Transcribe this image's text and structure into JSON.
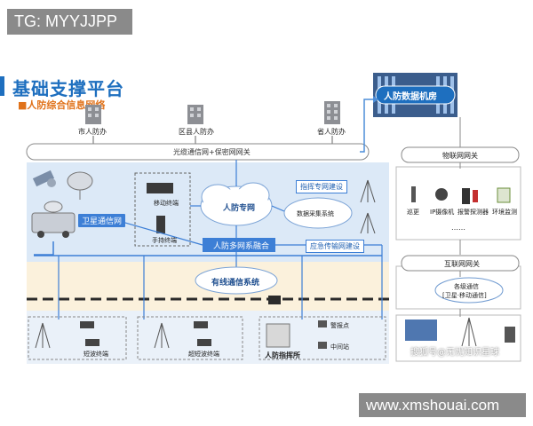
{
  "watermark_top": "TG: MYYJJPP",
  "watermark_bottom": "www.xmshouai.com",
  "watermark_caption": "搜狐号@无忧知识星球",
  "title": "基础支撑平台",
  "subtitle": "■人防综合信息网络",
  "nodes": {
    "city": "市人防办",
    "district": "区县人防办",
    "province": "省人防办",
    "datacenter": "人防数据机房",
    "bus": "光缆通信网+保密网网关",
    "iot_gateway": "物联网网关",
    "internet_gateway": "互联网网关",
    "satellite_net": "卫星通信网",
    "mobile_terminal": "移动终端",
    "handheld_terminal": "手持终端",
    "civil_net": "人防专网",
    "command_net_build": "指挥专网建设",
    "data_cloud": "数据采集系统",
    "fusion": "人防多网系融合",
    "emergency_net_build": "应急传输网建设",
    "wired_system": "有线通信系统",
    "shortwave": "短波终端",
    "ultrashort": "超短波终端",
    "command_post": "人防指挥所",
    "control_point": "警报点",
    "relay_station": "中间站",
    "sea_cloud": "[卫星·移动通信]",
    "sea_cloud_top": "各级通信"
  },
  "iot_devices": [
    "巡更",
    "IP摄像机",
    "报警探测器",
    "环境监测"
  ],
  "iot_more": "……",
  "colors": {
    "accent": "#1e6fbf",
    "panel_blue": "#dce9f7",
    "panel_yellow": "#fbf1dc",
    "orange": "#e0721a",
    "tag_blue": "#3d7fd6",
    "dash": "#2b2b2b"
  }
}
